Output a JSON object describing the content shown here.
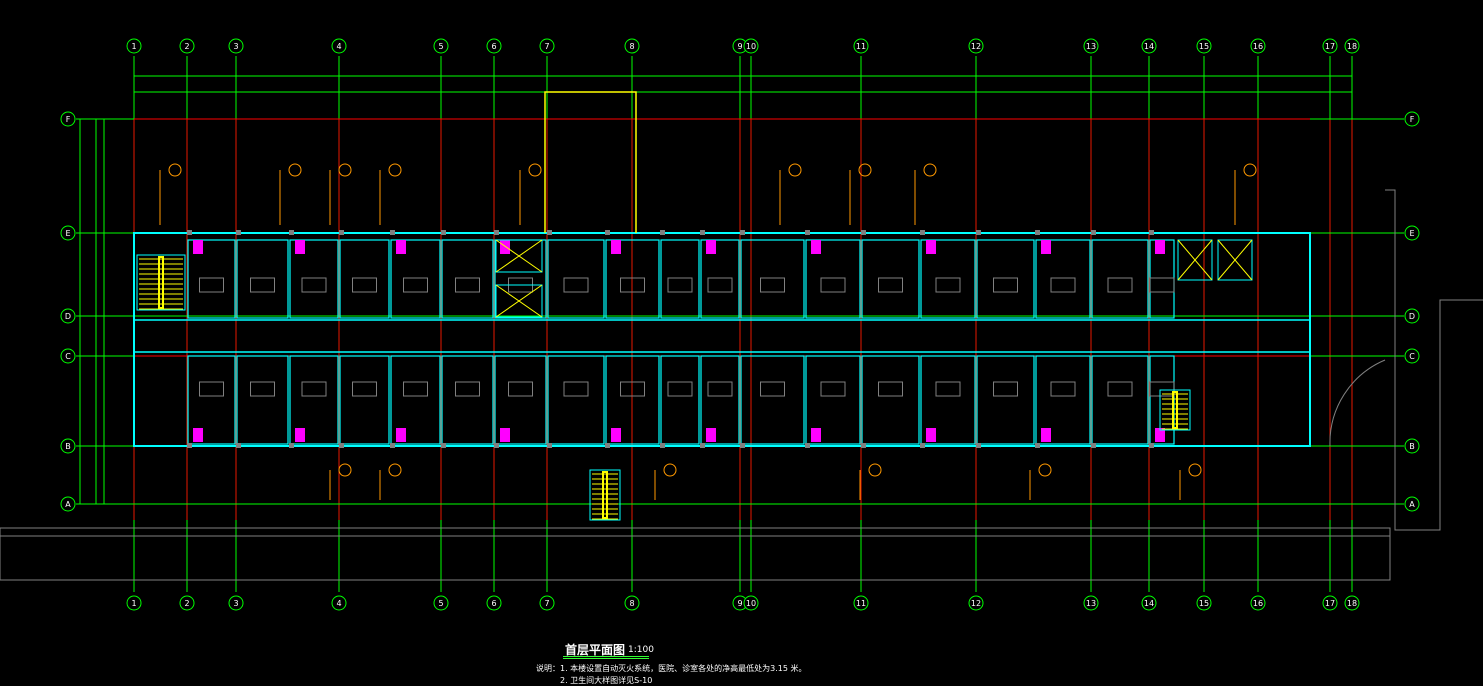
{
  "drawing": {
    "title": "首层平面图",
    "scale": "1:100",
    "notes": [
      "说明：1. 本楼设置自动灭火系统，医院、诊室各处的净高最低处为3.15 米。",
      "2. 卫生间大样图详见S-10"
    ]
  },
  "axes": {
    "columns": [
      "1",
      "2",
      "3",
      "4",
      "5",
      "6",
      "7",
      "8",
      "9",
      "10",
      "11",
      "12",
      "13",
      "14",
      "15",
      "16",
      "17",
      "18"
    ],
    "rows": [
      "F",
      "E",
      "D",
      "C",
      "B",
      "A"
    ]
  },
  "colors": {
    "grid": "#00ff00",
    "axis_red": "#ff0000",
    "wall": "#00ffff",
    "fixture": "#ff00ff",
    "stair": "#ffff00",
    "furniture": "#808080",
    "annotation": "#ff9900"
  }
}
